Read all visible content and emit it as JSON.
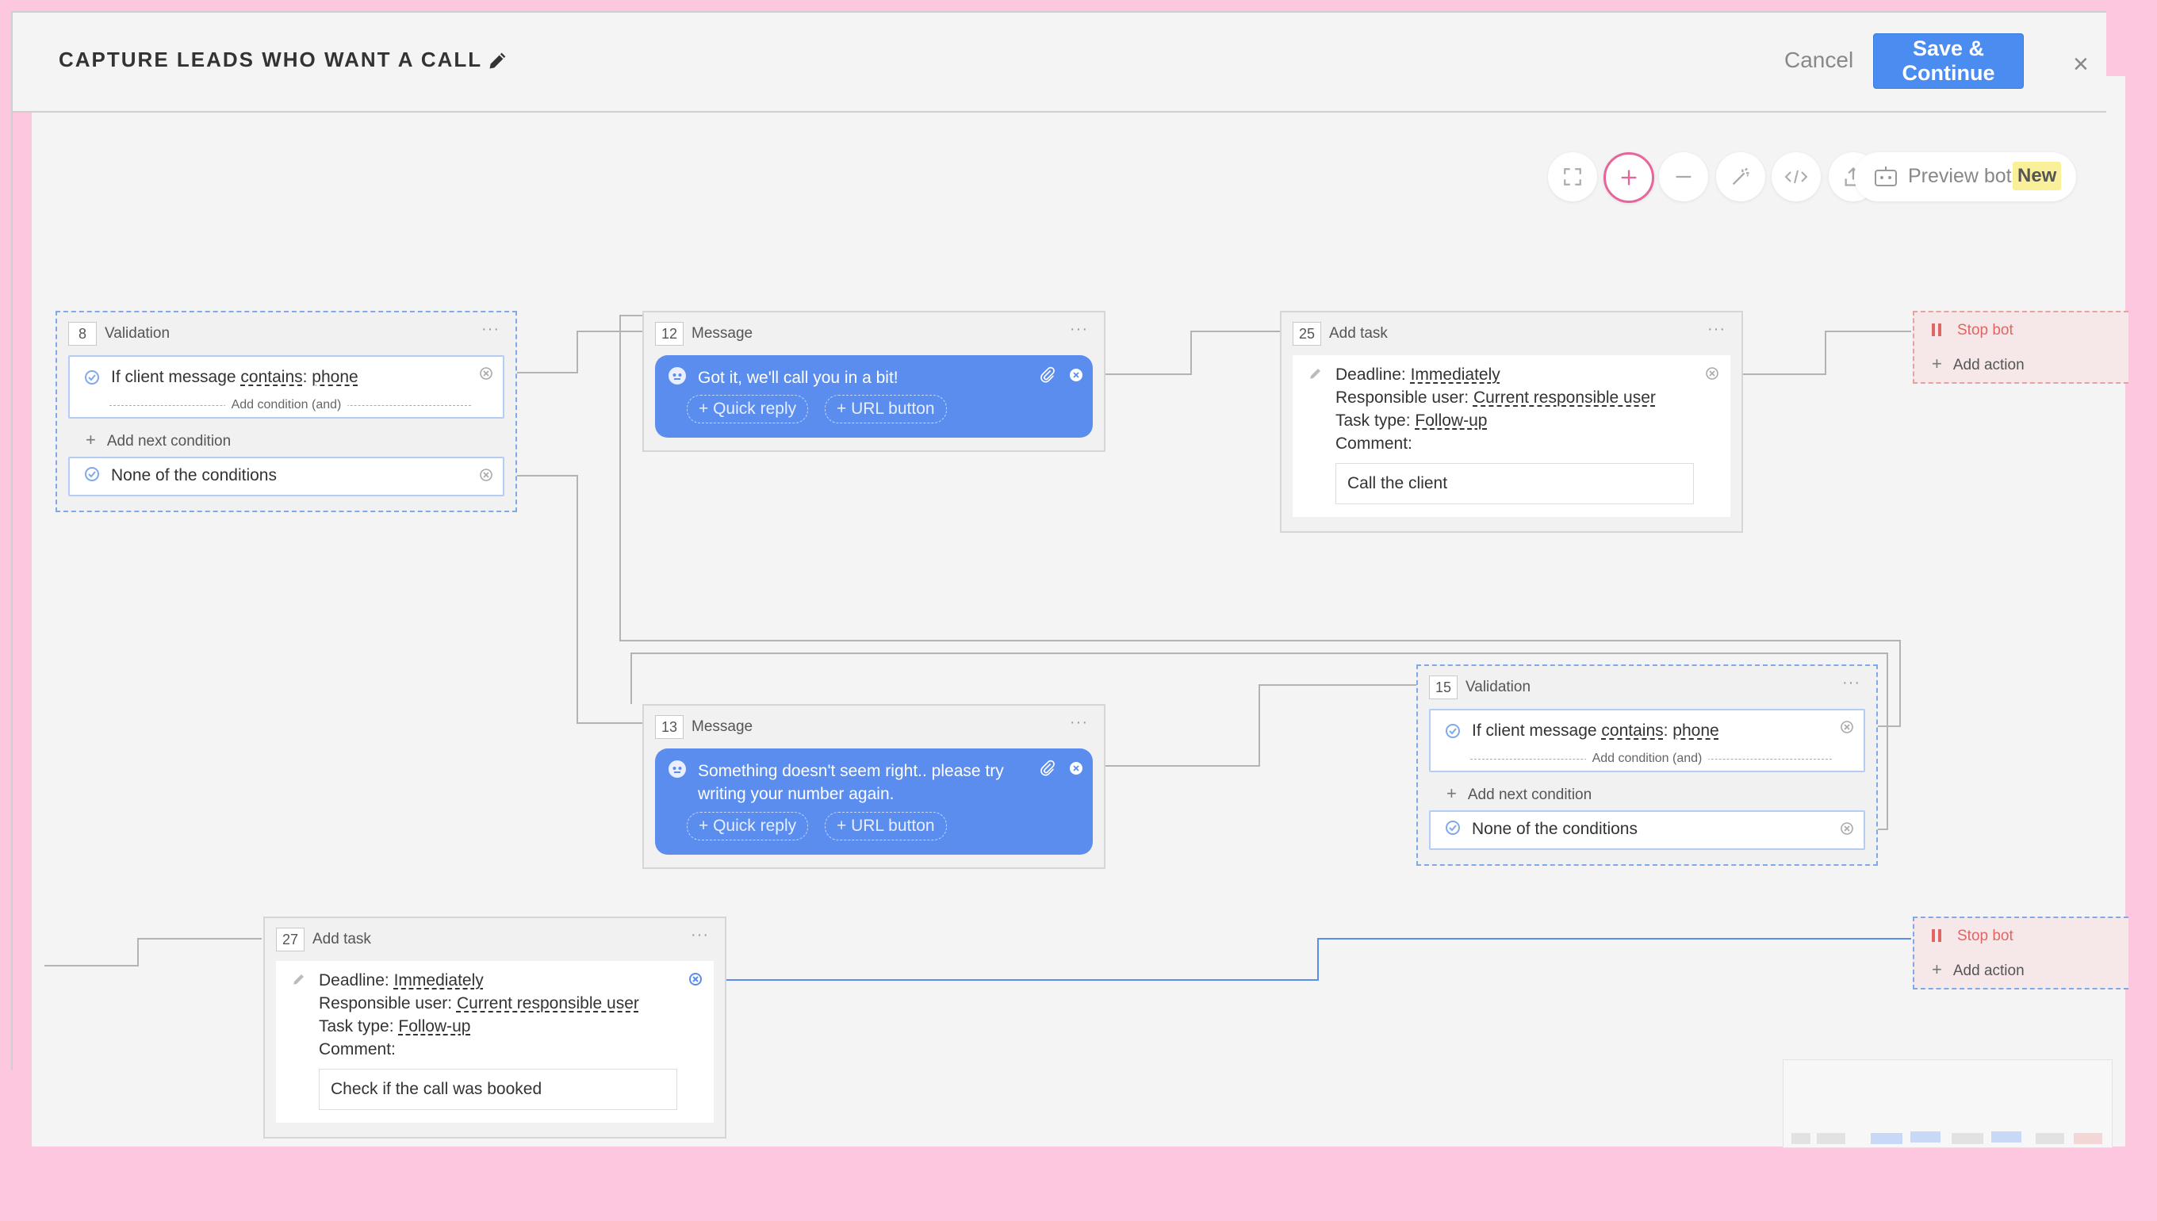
{
  "header": {
    "title": "CAPTURE LEADS WHO WANT A CALL",
    "cancel_label": "Cancel",
    "save_label": "Save & Continue",
    "close_symbol": "×"
  },
  "toolbar": {
    "icons": [
      "fullscreen-icon",
      "plus-icon",
      "minus-icon",
      "magic-wand-icon",
      "code-icon",
      "export-icon"
    ],
    "preview_label": "Preview bot",
    "new_badge": "New"
  },
  "nodes": {
    "v8": {
      "num": "8",
      "type": "Validation",
      "dots": "···",
      "cond_prefix": "If client message ",
      "cond_op": "contains",
      "cond_sep": ": ",
      "cond_val": "phone",
      "add_condition": "Add condition (and)",
      "add_next": "Add next condition",
      "none": "None of the conditions"
    },
    "m12": {
      "num": "12",
      "type": "Message",
      "dots": "···",
      "text": "Got it, we'll call you in a bit!",
      "quick_reply": "+ Quick reply",
      "url_button": "+ URL button"
    },
    "t25": {
      "num": "25",
      "type": "Add task",
      "dots": "···",
      "deadline_label": "Deadline: ",
      "deadline_val": "Immediately",
      "resp_label": "Responsible user: ",
      "resp_val": "Current responsible user",
      "type_label": "Task type: ",
      "type_val": "Follow-up",
      "comment_label": "Comment:",
      "comment": "Call the client"
    },
    "m13": {
      "num": "13",
      "type": "Message",
      "dots": "···",
      "text_line1": "Something doesn't seem right.. please try",
      "text_line2": "writing your number again.",
      "quick_reply": "+ Quick reply",
      "url_button": "+ URL button"
    },
    "v15": {
      "num": "15",
      "type": "Validation",
      "dots": "···",
      "cond_prefix": "If client message ",
      "cond_op": "contains",
      "cond_sep": ": ",
      "cond_val": "phone",
      "add_condition": "Add condition (and)",
      "add_next": "Add next condition",
      "none": "None of the conditions"
    },
    "t27": {
      "num": "27",
      "type": "Add task",
      "dots": "···",
      "deadline_label": "Deadline: ",
      "deadline_val": "Immediately",
      "resp_label": "Responsible user: ",
      "resp_val": "Current responsible user",
      "type_label": "Task type: ",
      "type_val": "Follow-up",
      "comment_label": "Comment:",
      "comment": "Check if the call was booked"
    },
    "stop1": {
      "label": "Stop bot",
      "add_action": "Add action"
    },
    "stop2": {
      "label": "Stop bot",
      "add_action": "Add action"
    }
  },
  "colors": {
    "accent": "#4a8cf0",
    "bubble": "#5b8def",
    "stop": "#e06565",
    "active_tool": "#e8659b",
    "frame_background": "#fcc7df"
  }
}
